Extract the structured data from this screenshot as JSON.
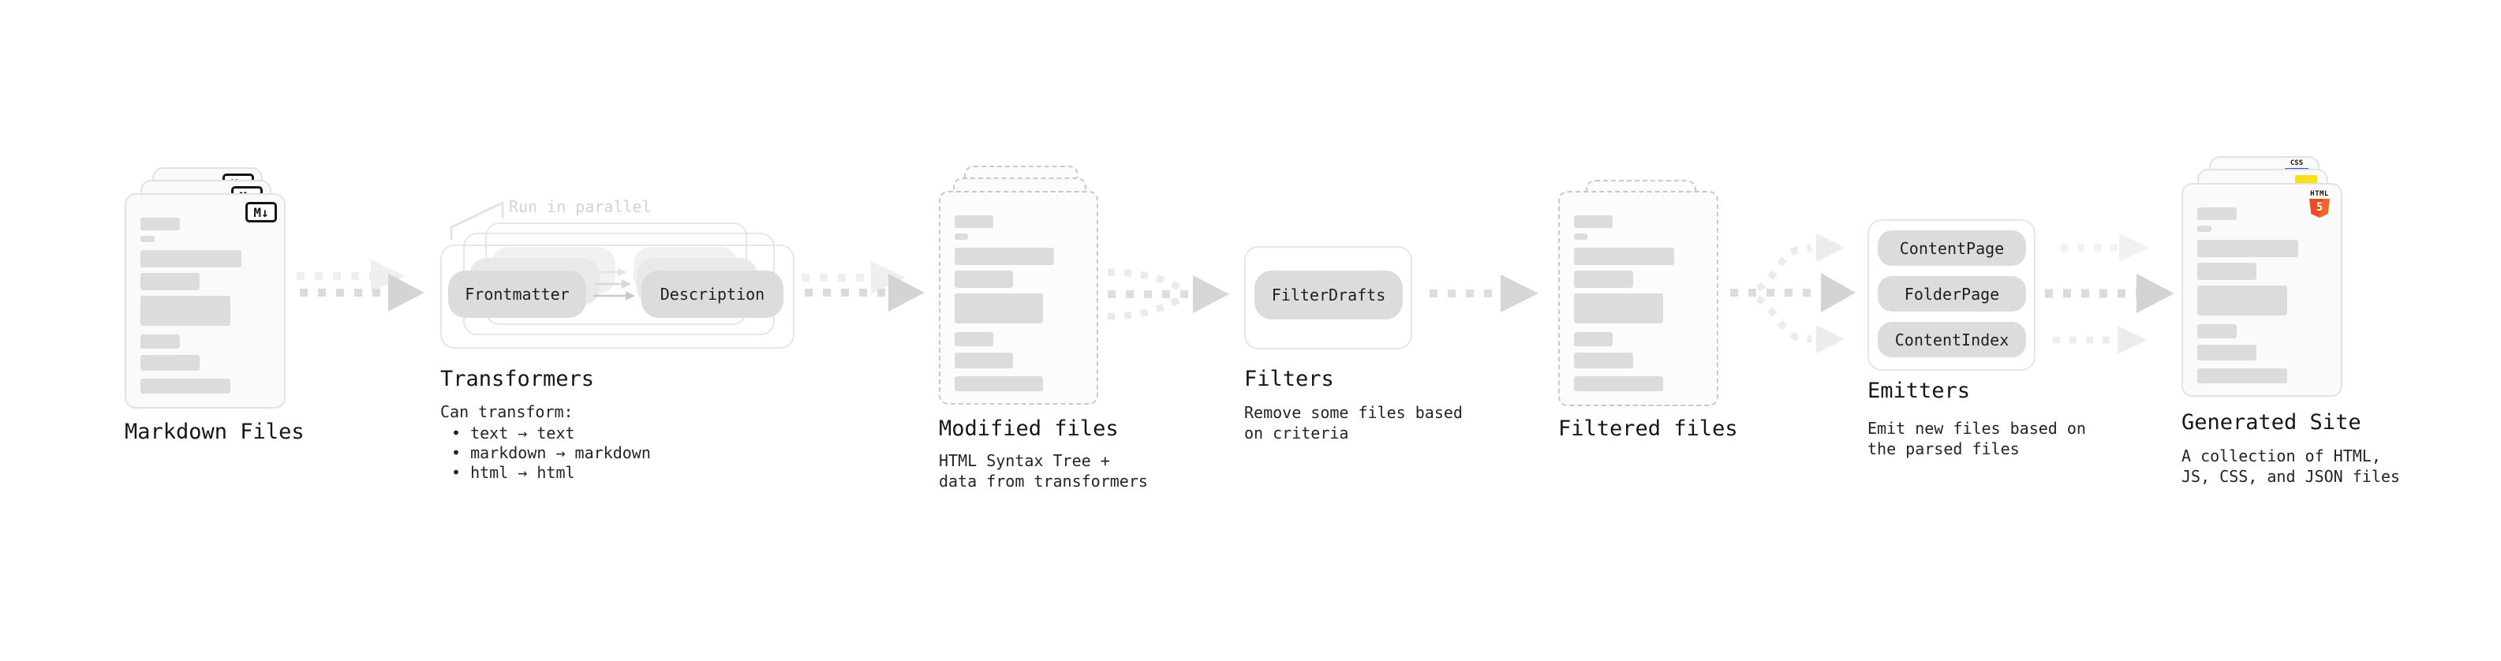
{
  "diagram": {
    "stages": {
      "markdown_files": {
        "label": "Markdown Files",
        "file_badge": "M↓"
      },
      "transformers": {
        "title": "Transformers",
        "annotation": "Run in parallel",
        "plugin_from": "Frontmatter",
        "plugin_to": "Description",
        "note_heading": "Can transform:",
        "notes": [
          "• text → text",
          "• markdown → markdown",
          "• html → html"
        ]
      },
      "modified_files": {
        "label": "Modified files",
        "caption_line1": "HTML Syntax Tree +",
        "caption_line2": "data from transformers"
      },
      "filters": {
        "title": "Filters",
        "plugin": "FilterDrafts",
        "caption_line1": "Remove some files based",
        "caption_line2": "on criteria"
      },
      "filtered_files": {
        "label": "Filtered files"
      },
      "emitters": {
        "title": "Emitters",
        "plugins": [
          "ContentPage",
          "FolderPage",
          "ContentIndex"
        ],
        "caption_line1": "Emit new files based on",
        "caption_line2": "the parsed files"
      },
      "generated_site": {
        "label": "Generated Site",
        "caption_line1": "A collection of HTML,",
        "caption_line2": "JS, CSS, and JSON files",
        "css_badge": "CSS",
        "html_badge_text": "HTML",
        "html_badge_number": "5"
      }
    },
    "colors": {
      "plugin_box_fill": "#dcdcdc",
      "arrow_gray": "#d4d4d4",
      "arrow_ghost": "#efefef",
      "annotation_gray": "#d4d4d4",
      "css_blue": "#264de4",
      "js_yellow": "#f7df1e",
      "html5_orange": "#e44d26"
    }
  }
}
